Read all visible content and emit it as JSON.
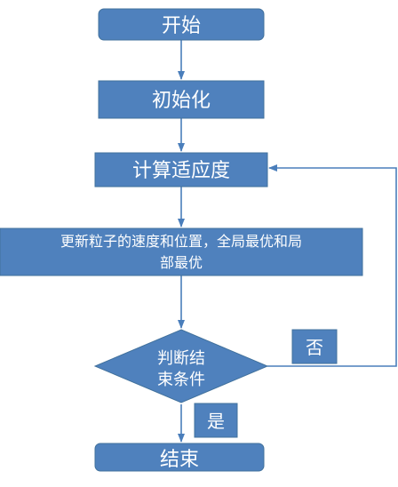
{
  "flowchart": {
    "nodes": {
      "start": "开始",
      "init": "初始化",
      "fitness": "计算适应度",
      "update_line1": "更新粒子的速度和位置，全局最优和局",
      "update_line2": "部最优",
      "decision_line1": "判断结",
      "decision_line2": "束条件",
      "end": "结束"
    },
    "edge_labels": {
      "no": "否",
      "yes": "是"
    }
  },
  "colors": {
    "fill": "#4F81BD",
    "stroke": "#41719C",
    "connector": "#4A7EBB",
    "text": "#FFFFFF"
  }
}
